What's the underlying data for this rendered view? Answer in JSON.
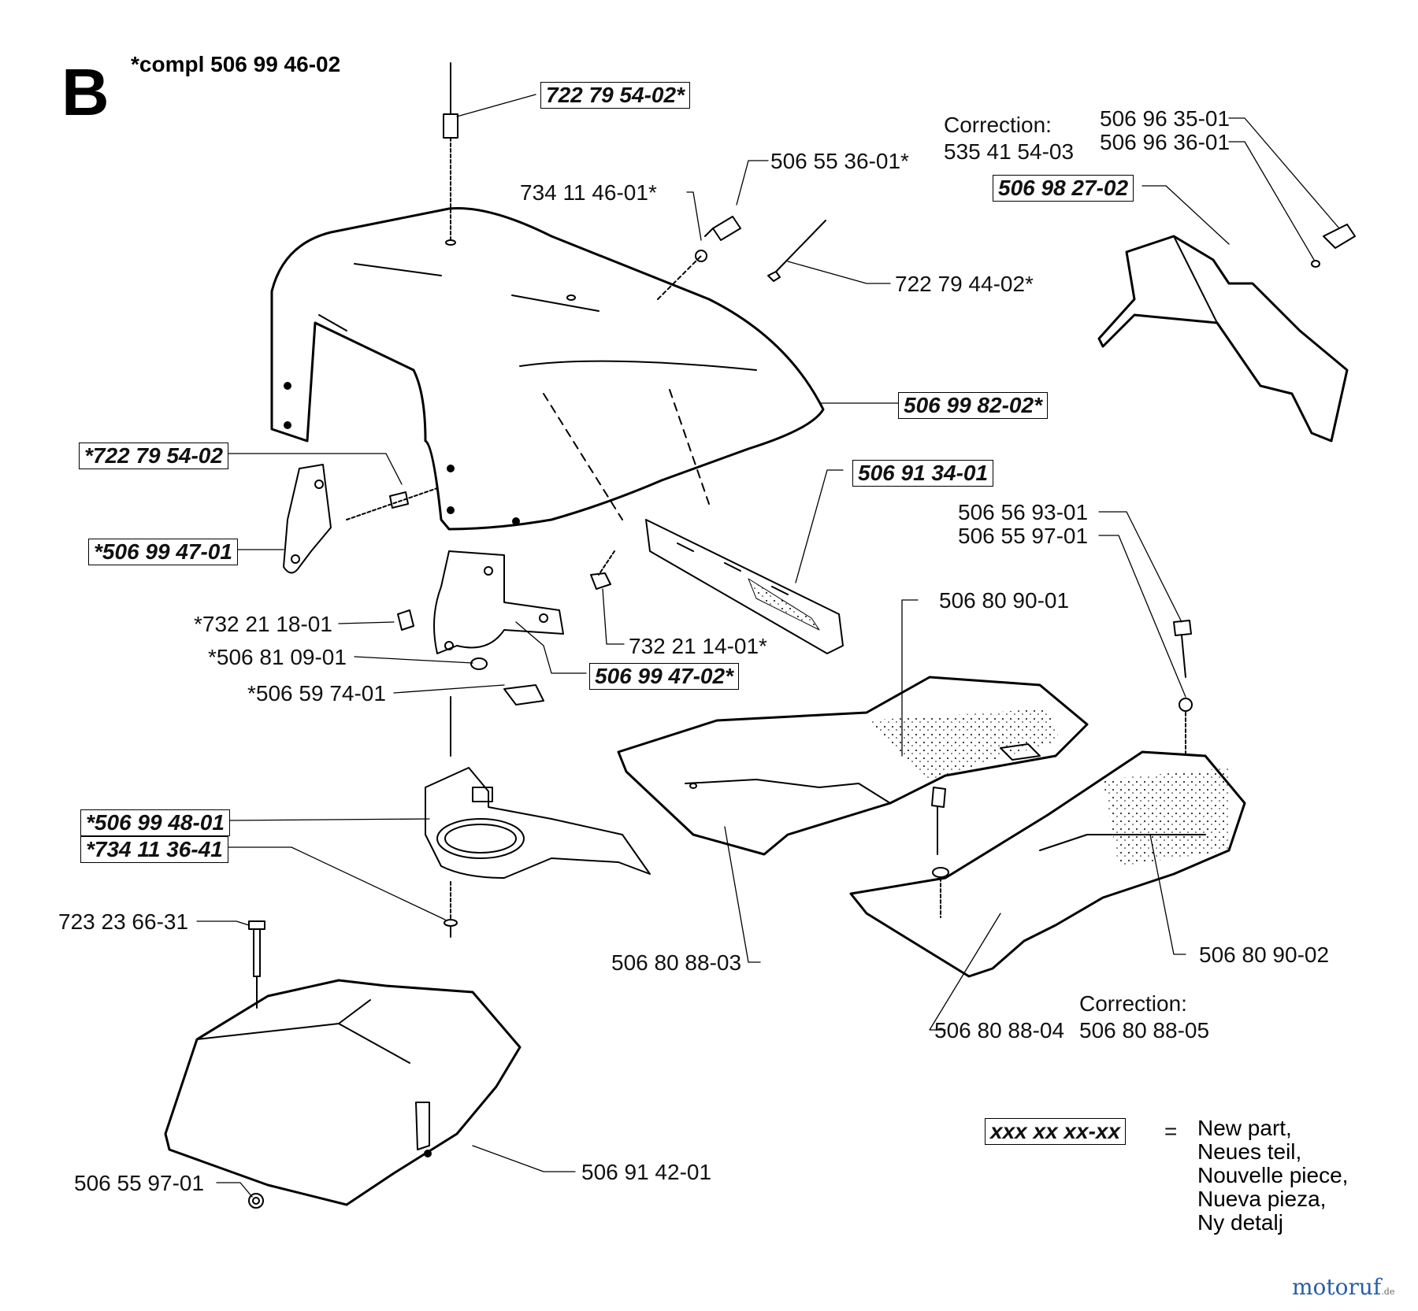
{
  "section": "B",
  "compl": "*compl 506 99 46-02",
  "parts": {
    "p1": "722 79 54-02*",
    "p2": "506 55 36-01*",
    "p3": "734 11 46-01*",
    "p4": "722 79 44-02*",
    "p5": "506 99 82-02*",
    "p6": "*722 79 54-02",
    "p7": "*506 99 47-01",
    "p8": "506 91 34-01",
    "p9": "*732 21 18-01",
    "p10": "*506 81 09-01",
    "p11": "*506 59 74-01",
    "p12": "732 21 14-01*",
    "p13": "506 99 47-02*",
    "p14": "*506 99 48-01",
    "p15": "*734 11 36-41",
    "p16": "723 23 66-31",
    "p17": "506 55 97-01",
    "p18": "506 91 42-01",
    "p19": "506 80 88-03",
    "p20": "506 80 90-01",
    "p21": "506 56 93-01",
    "p22": "506 55 97-01",
    "p23": "506 80 90-02",
    "p24": "506 80 88-04",
    "p25": "506 80 88-05",
    "p26": "506 96 35-01",
    "p27": "506 96 36-01",
    "p28": "506 98 27-02"
  },
  "corrections": {
    "c1_title": "Correction:",
    "c1_value": "535 41 54-03",
    "c2_title": "Correction:"
  },
  "legend": {
    "symbol": "xxx xx xx-xx",
    "equals": "=",
    "lines": [
      "New part,",
      "Neues teil,",
      "Nouvelle piece,",
      "Nueva pieza,",
      "Ny detalj"
    ]
  },
  "brand": {
    "name": "motoruf",
    "suffix": ".de"
  }
}
